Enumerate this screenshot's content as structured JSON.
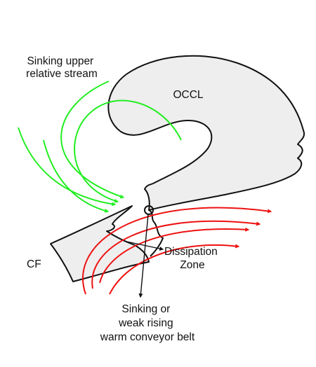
{
  "labels": {
    "sinking_stream": [
      "Sinking upper",
      "relative stream"
    ],
    "occl": "OCCL",
    "dissipation": [
      "Dissipation",
      "Zone"
    ],
    "cf": "CF",
    "belt": [
      "Sinking or",
      "weak rising",
      "warm conveyor belt"
    ]
  },
  "colors": {
    "cloud_fill": "#eeeeee",
    "outline": "#111111",
    "sinking_stream": "#22ee22",
    "warm_conveyor": "#ee1111"
  },
  "icons": {
    "stream_arrowheads": "green-arrowhead-icon",
    "belt_arrowheads": "red-arrowhead-icon"
  }
}
